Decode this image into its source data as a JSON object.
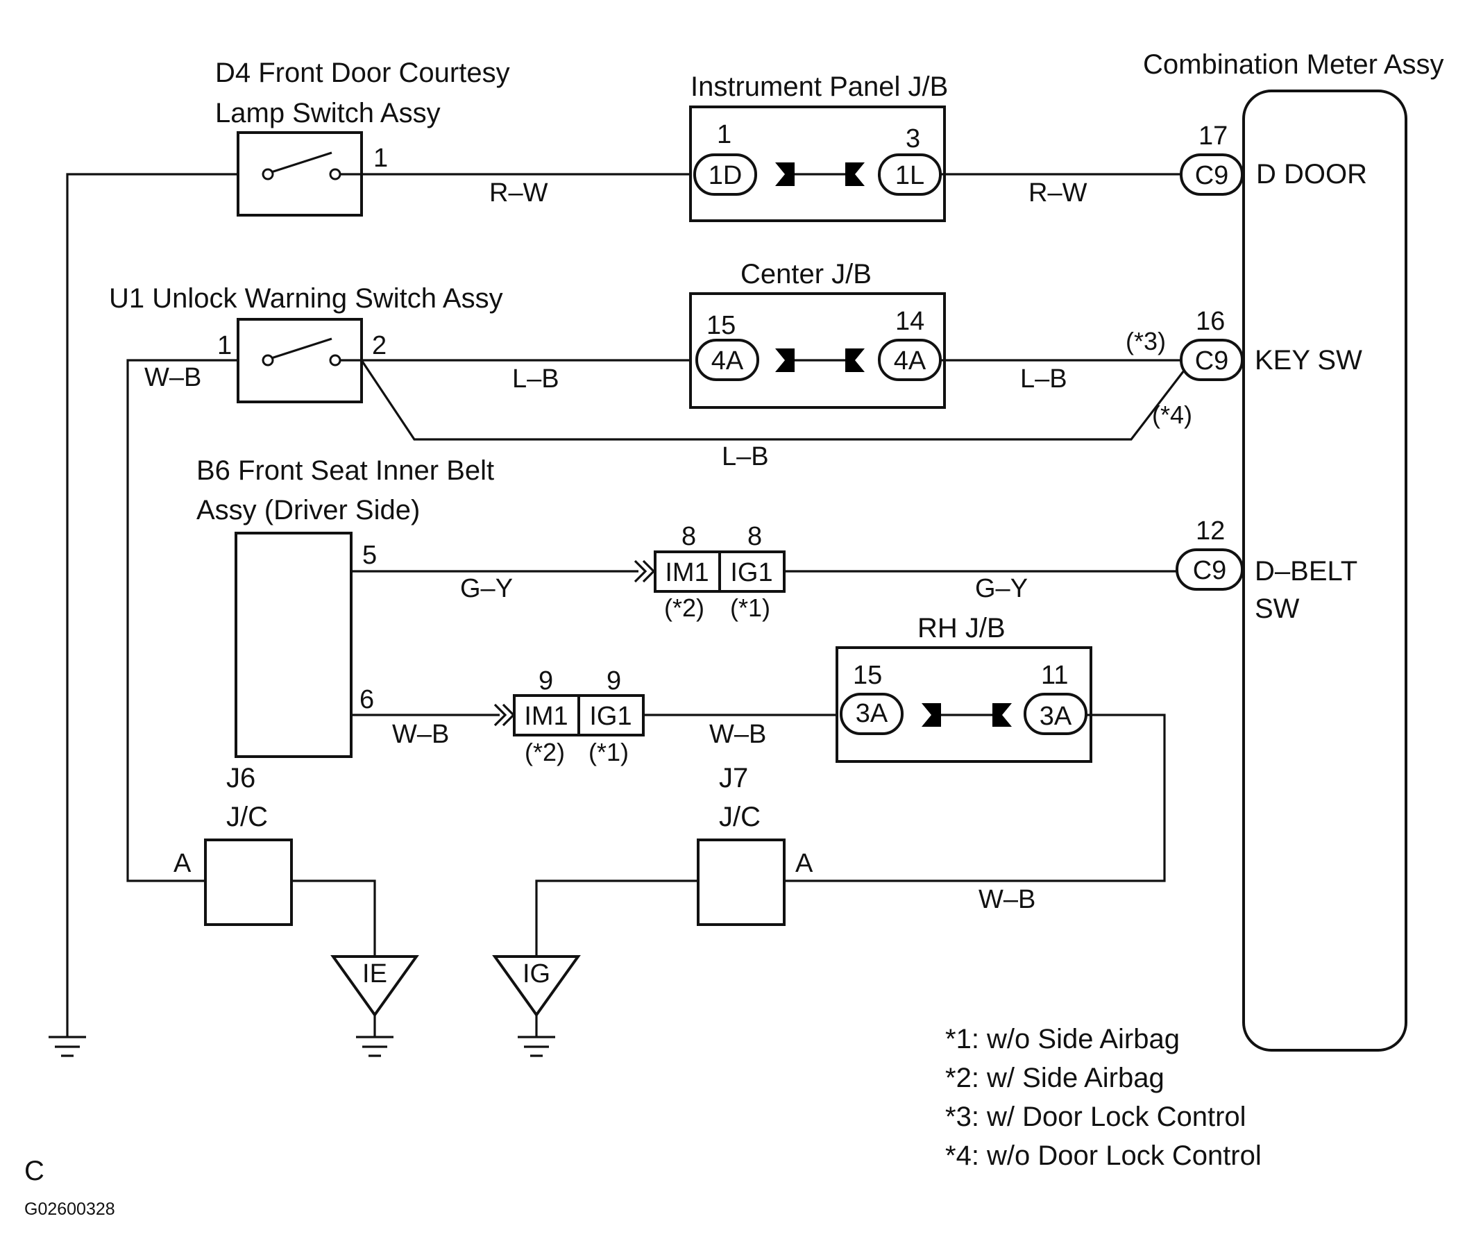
{
  "components": {
    "d4": {
      "line1": "D4 Front Door Courtesy",
      "line2": "Lamp Switch Assy",
      "pin": "1"
    },
    "u1": {
      "title": "U1 Unlock Warning Switch Assy",
      "pin_left": "1",
      "pin_right": "2"
    },
    "b6": {
      "line1": "B6 Front Seat Inner Belt",
      "line2": "Assy (Driver Side)",
      "pin_top": "5",
      "pin_bottom": "6"
    },
    "ip_jb": {
      "title": "Instrument Panel J/B",
      "left_pin": "1",
      "left_conn": "1D",
      "right_pin": "3",
      "right_conn": "1L"
    },
    "center_jb": {
      "title": "Center J/B",
      "left_pin": "15",
      "left_conn": "4A",
      "right_pin": "14",
      "right_conn": "4A"
    },
    "rh_jb": {
      "title": "RH J/B",
      "left_pin": "15",
      "left_conn": "3A",
      "right_pin": "11",
      "right_conn": "3A"
    },
    "meter": {
      "title": "Combination Meter Assy",
      "d_door": {
        "pin": "17",
        "conn": "C9",
        "label": "D DOOR"
      },
      "key_sw": {
        "pin": "16",
        "conn": "C9",
        "label": "KEY SW"
      },
      "d_belt": {
        "pin": "12",
        "conn": "C9",
        "label_line1": "D–BELT",
        "label_line2": "SW"
      }
    },
    "inline_g": {
      "pin_left": "8",
      "pin_right": "8",
      "left": "IM1",
      "right": "IG1",
      "note_left": "(*2)",
      "note_right": "(*1)"
    },
    "inline_w": {
      "pin_left": "9",
      "pin_right": "9",
      "left": "IM1",
      "right": "IG1",
      "note_left": "(*2)",
      "note_right": "(*1)"
    },
    "j6": {
      "name": "J6",
      "type": "J/C",
      "pin": "A"
    },
    "j7": {
      "name": "J7",
      "type": "J/C",
      "pin": "A"
    },
    "ground_ie": "IE",
    "ground_ig": "IG"
  },
  "wires": {
    "rw_left": "R–W",
    "rw_right": "R–W",
    "wb_u1": "W–B",
    "lb_left": "L–B",
    "lb_right": "L–B",
    "lb_bottom": "L–B",
    "gy_left": "G–Y",
    "gy_right": "G–Y",
    "wb_b6": "W–B",
    "wb_mid": "W–B",
    "wb_bottom": "W–B"
  },
  "variant_marks": {
    "star3": "(*3)",
    "star4": "(*4)"
  },
  "notes": [
    "*1: w/o Side Airbag",
    "*2: w/ Side Airbag",
    "*3: w/ Door Lock Control",
    "*4: w/o Door Lock Control"
  ],
  "corner_letter": "C",
  "figure_id": "G02600328"
}
